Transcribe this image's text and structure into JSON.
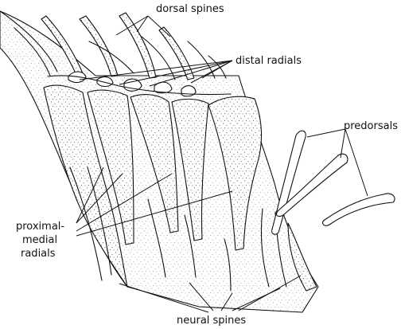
{
  "labels": {
    "dorsal_spines": "dorsal spines",
    "distal_radials": "distal radials",
    "predorsals": "predorsals",
    "proximal_medial_radials": [
      "proximal-",
      "medial",
      "radials"
    ],
    "neural_spines": "neural spines"
  },
  "colors": {
    "ink": "#111111",
    "paper": "#ffffff"
  }
}
